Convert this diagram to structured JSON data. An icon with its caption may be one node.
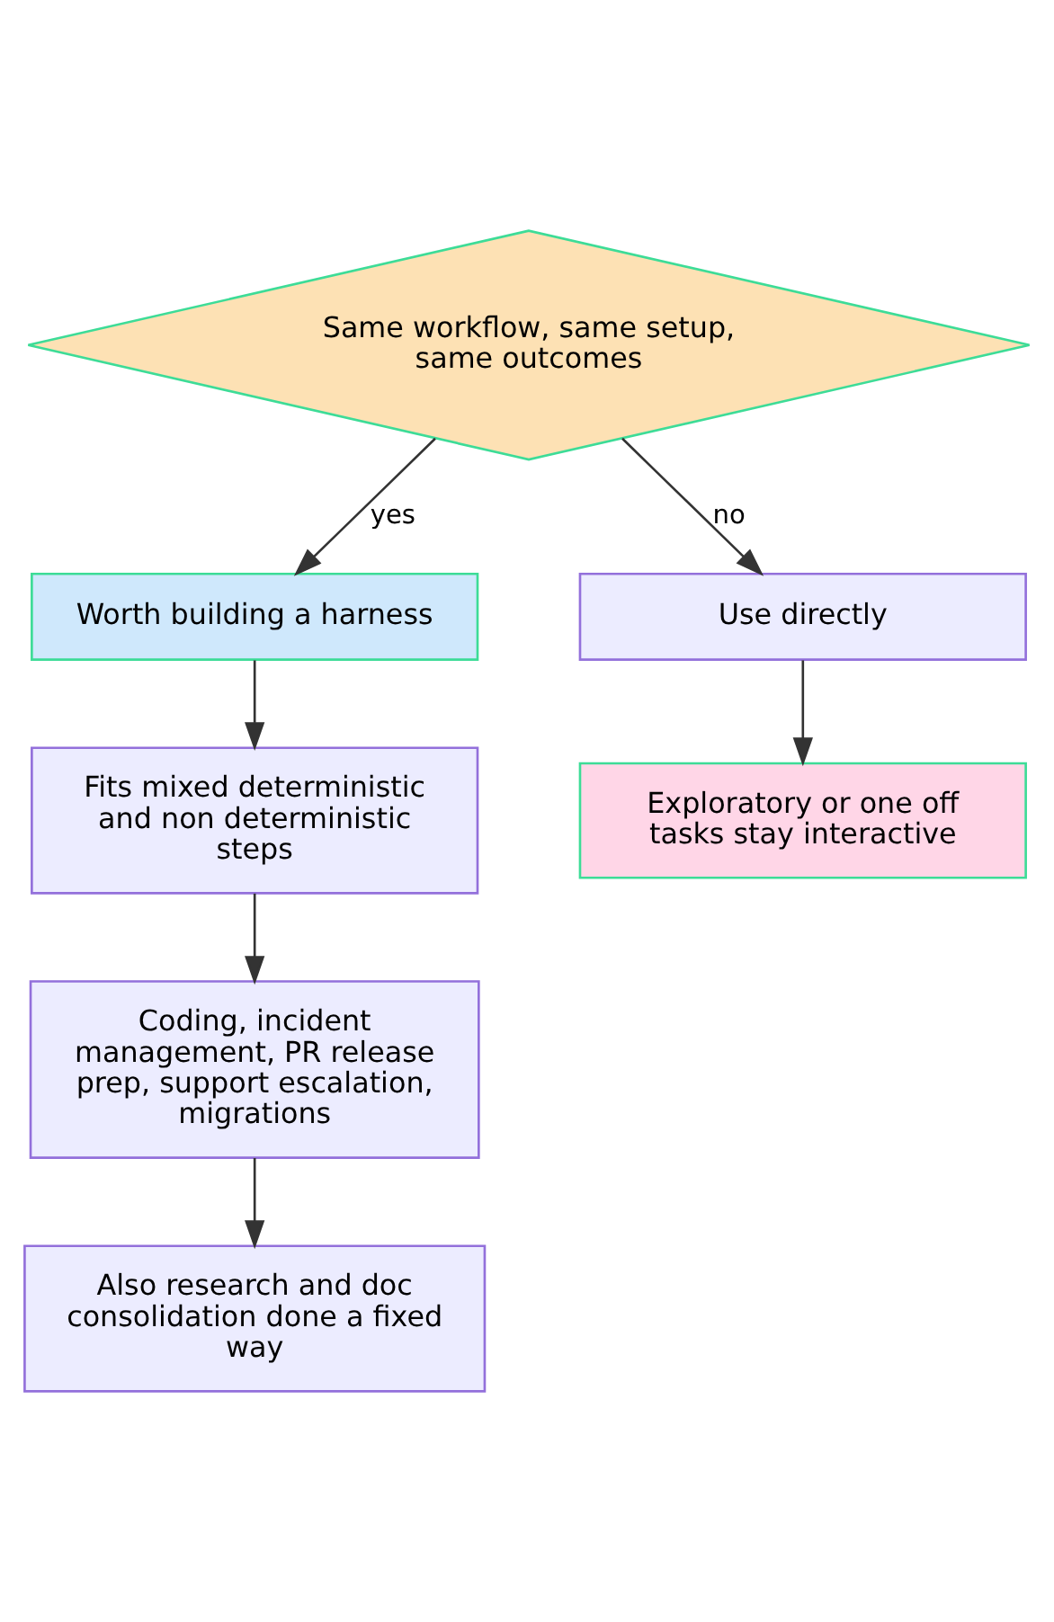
{
  "diagram": {
    "nodes": [
      {
        "text": [
          "Same workflow, same setup, same outcomes"
        ]
      },
      {
        "text": [
          "Worth building a harness"
        ]
      },
      {
        "text": [
          "Use directly"
        ]
      },
      {
        "text": [
          "Fits mixed deterministic and non deterministic steps"
        ]
      },
      {
        "text": [
          "Exploratory or one off tasks stay interactive"
        ]
      },
      {
        "text": [
          "Coding, incident management, PR release prep, support escalation, migrations"
        ]
      },
      {
        "text": [
          "Also research and doc consolidation done a fixed way"
        ]
      }
    ],
    "edges": [
      {
        "from": 0,
        "to": 1,
        "arrow": "to",
        "label": "yes"
      },
      {
        "from": 0,
        "to": 2,
        "arrow": "to",
        "label": "no"
      },
      {
        "from": 1,
        "to": 3,
        "arrow": "to"
      },
      {
        "from": 2,
        "to": 4,
        "arrow": "to"
      },
      {
        "from": 3,
        "to": 5,
        "arrow": "to"
      },
      {
        "from": 5,
        "to": 6,
        "arrow": "to"
      }
    ]
  }
}
